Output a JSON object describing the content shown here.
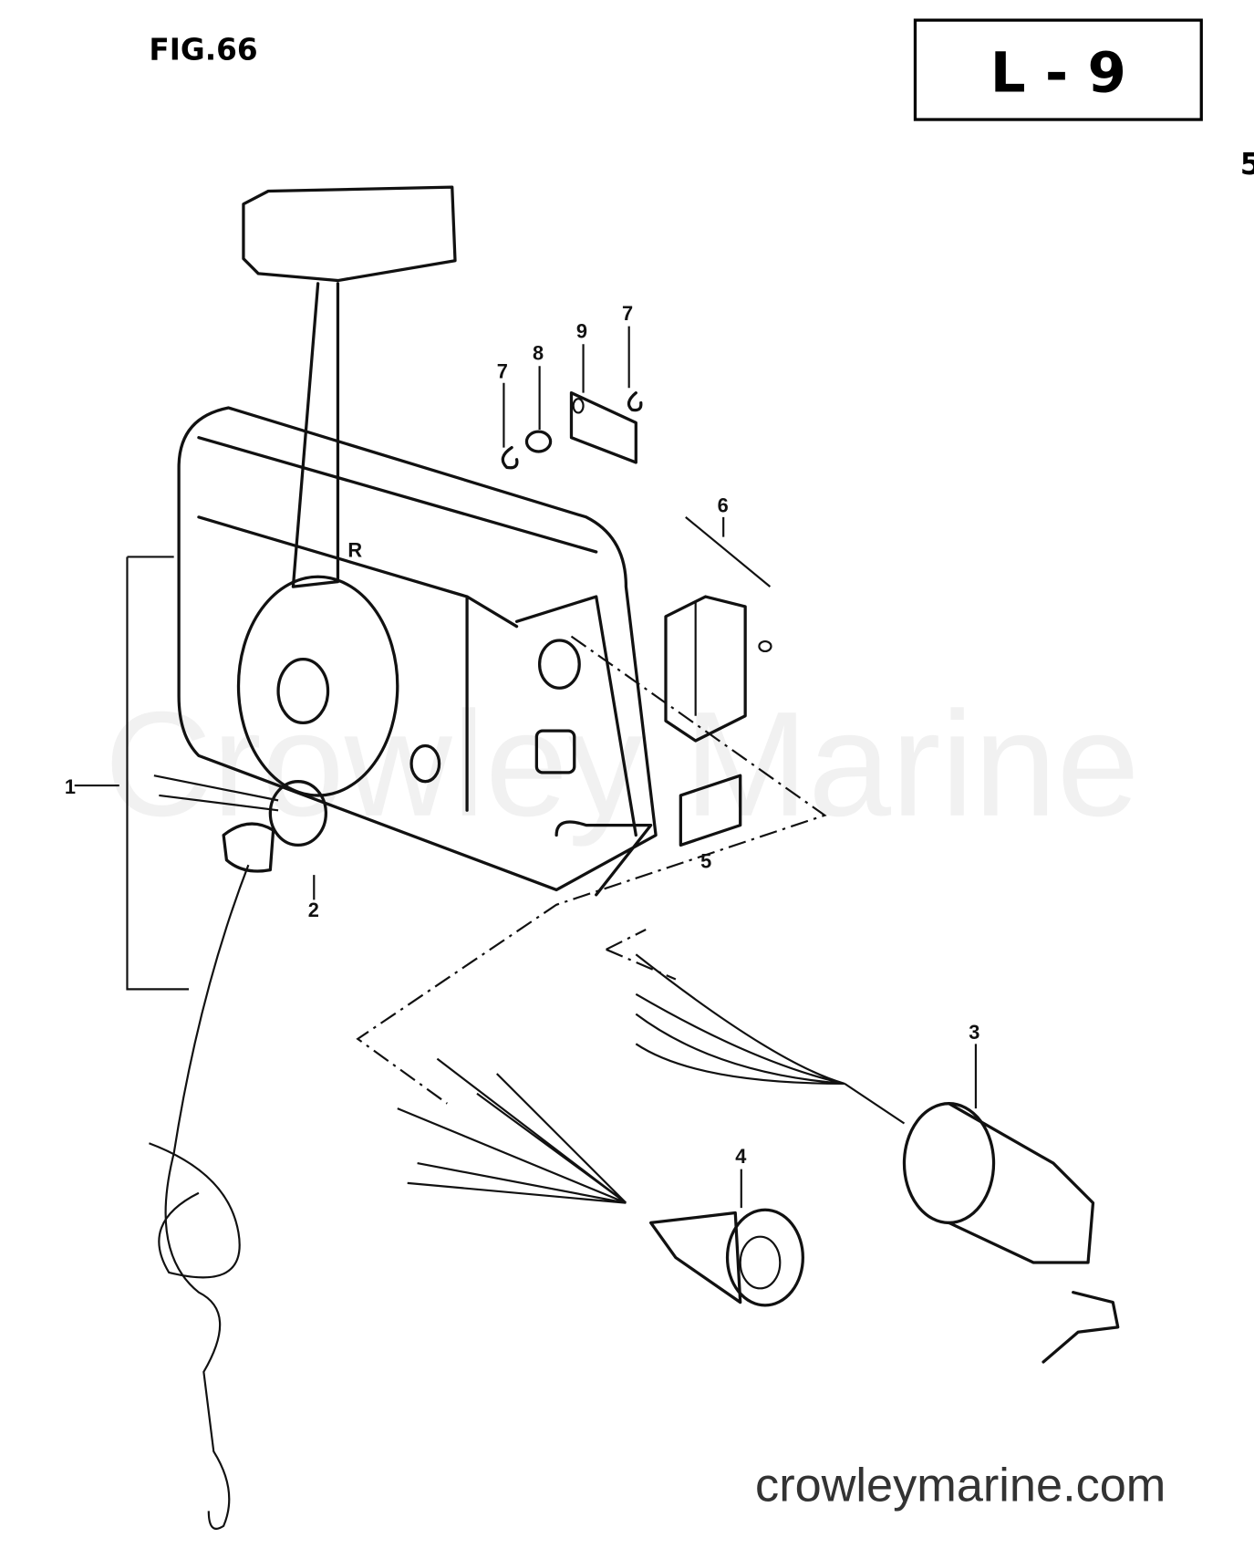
{
  "figure_label": "FIG.66",
  "section_code": "L - 9",
  "edge_mark": "5",
  "housing_letter": "R",
  "watermark": "Crowley Marine",
  "footer_url": "crowleymarine.com",
  "parts": [
    {
      "number": "1"
    },
    {
      "number": "2"
    },
    {
      "number": "3"
    },
    {
      "number": "4"
    },
    {
      "number": "5"
    },
    {
      "number": "6"
    },
    {
      "number": "7"
    },
    {
      "number": "8"
    },
    {
      "number": "9"
    },
    {
      "number": "7"
    }
  ]
}
